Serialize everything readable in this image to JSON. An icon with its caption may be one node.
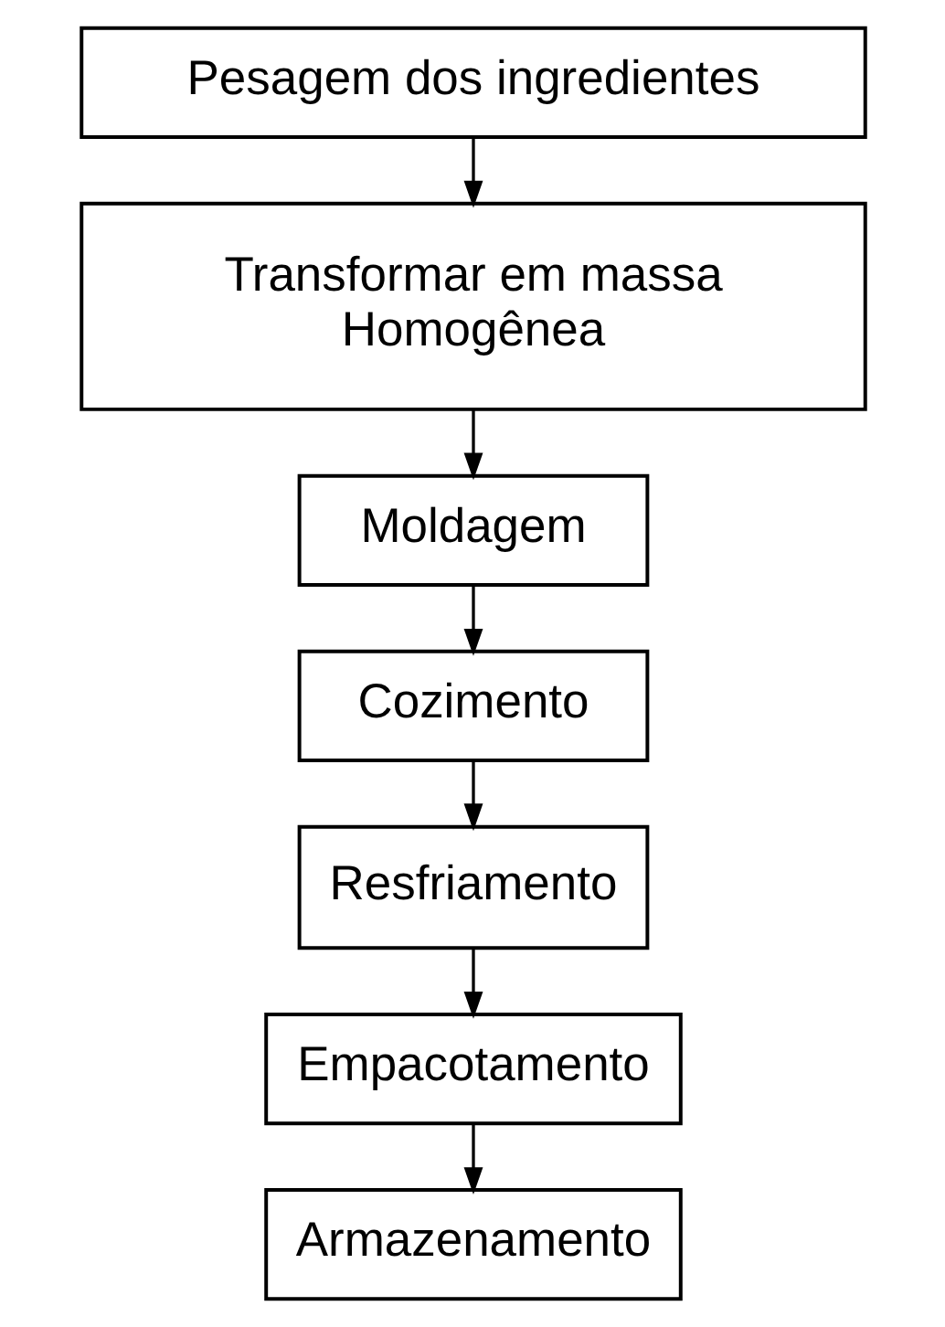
{
  "diagram": {
    "nodes": [
      {
        "text": [
          "Pesagem dos ingredientes"
        ]
      },
      {
        "text": [
          "Transformar em massa Homogênea"
        ]
      },
      {
        "text": [
          "Moldagem"
        ]
      },
      {
        "text": [
          "Cozimento"
        ]
      },
      {
        "text": [
          "Resfriamento"
        ]
      },
      {
        "text": [
          "Empacotamento"
        ]
      },
      {
        "text": [
          "Armazenamento"
        ]
      }
    ],
    "edges": [
      {
        "from": 0,
        "to": 1,
        "arrow": "to"
      },
      {
        "from": 1,
        "to": 2,
        "arrow": "to"
      },
      {
        "from": 2,
        "to": 3,
        "arrow": "to"
      },
      {
        "from": 3,
        "to": 4,
        "arrow": "to"
      },
      {
        "from": 4,
        "to": 5,
        "arrow": "to"
      },
      {
        "from": 5,
        "to": 6,
        "arrow": "to"
      }
    ]
  }
}
